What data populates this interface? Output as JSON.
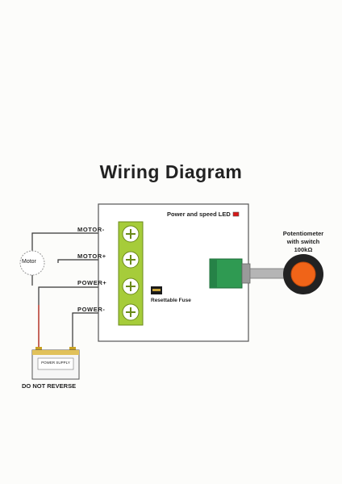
{
  "title": "Wiring Diagram",
  "labels": {
    "led": "Power and speed LED",
    "motor_minus": "MOTOR-",
    "motor_plus": "MOTOR+",
    "power_plus": "POWER+",
    "power_minus": "POWER-",
    "motor": "Motor",
    "fuse": "Resettable Fuse",
    "pot_line1": "Potentiometer",
    "pot_line2": "with switch",
    "pot_line3": "100kΩ",
    "battery": "POWER SUPPLY",
    "warning": "DO NOT REVERSE"
  },
  "colors": {
    "terminal_green": "#a6cc3a",
    "pot_green": "#2f9a52",
    "knob_orange": "#f06418",
    "led_red": "#d81818",
    "wire": "#333333"
  }
}
